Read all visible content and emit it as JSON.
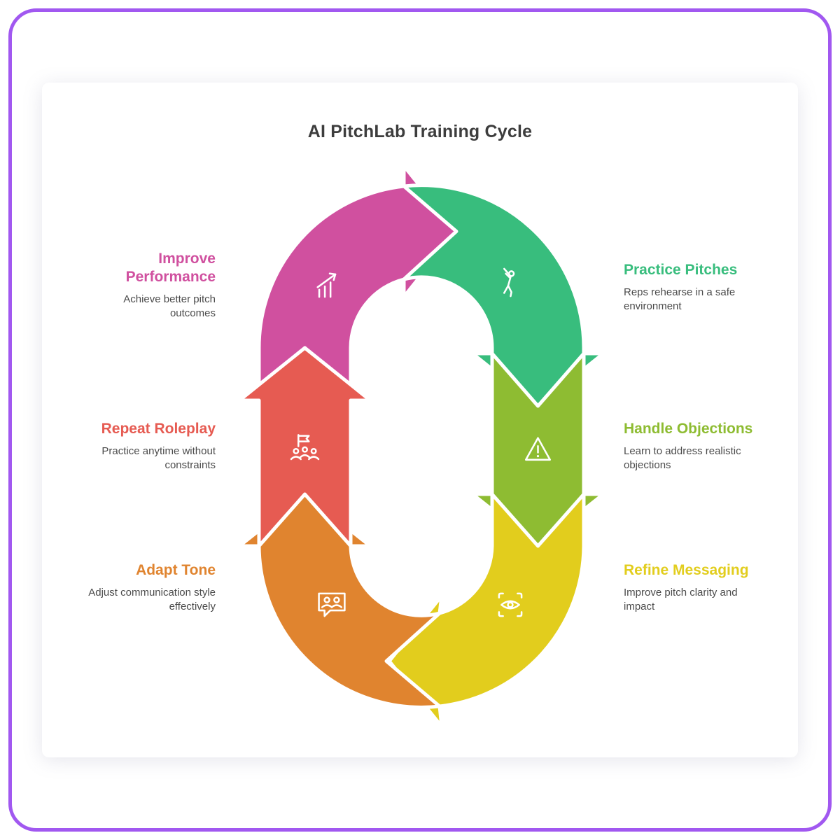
{
  "title": "AI PitchLab Training Cycle",
  "colors": {
    "border": "#a158f0",
    "title_text": "#3d3d3d",
    "description_text": "#4b4b4b",
    "pink": "#d0509f",
    "green": "#38bd7d",
    "olive": "#8ebc32",
    "yellow": "#e2cd1d",
    "orange": "#e0842f",
    "red": "#e65b52"
  },
  "steps": [
    {
      "id": "improve-performance",
      "title": "Improve Performance",
      "description": "Achieve better pitch outcomes",
      "color": "#d0509f",
      "icon": "chart-increase-icon",
      "side": "left"
    },
    {
      "id": "practice-pitches",
      "title": "Practice Pitches",
      "description": "Reps rehearse in a safe environment",
      "color": "#38bd7d",
      "icon": "pitcher-icon",
      "side": "right"
    },
    {
      "id": "handle-objections",
      "title": "Handle Objections",
      "description": "Learn to address realistic objections",
      "color": "#8ebc32",
      "icon": "warning-triangle-icon",
      "side": "right"
    },
    {
      "id": "refine-messaging",
      "title": "Refine Messaging",
      "description": "Improve pitch clarity and impact",
      "color": "#e2cd1d",
      "icon": "eye-scan-icon",
      "side": "right"
    },
    {
      "id": "adapt-tone",
      "title": "Adapt Tone",
      "description": "Adjust communication style effectively",
      "color": "#e0842f",
      "icon": "people-chat-icon",
      "side": "left"
    },
    {
      "id": "repeat-roleplay",
      "title": "Repeat Roleplay",
      "description": "Practice anytime without constraints",
      "color": "#e65b52",
      "icon": "flag-team-icon",
      "side": "left"
    }
  ]
}
